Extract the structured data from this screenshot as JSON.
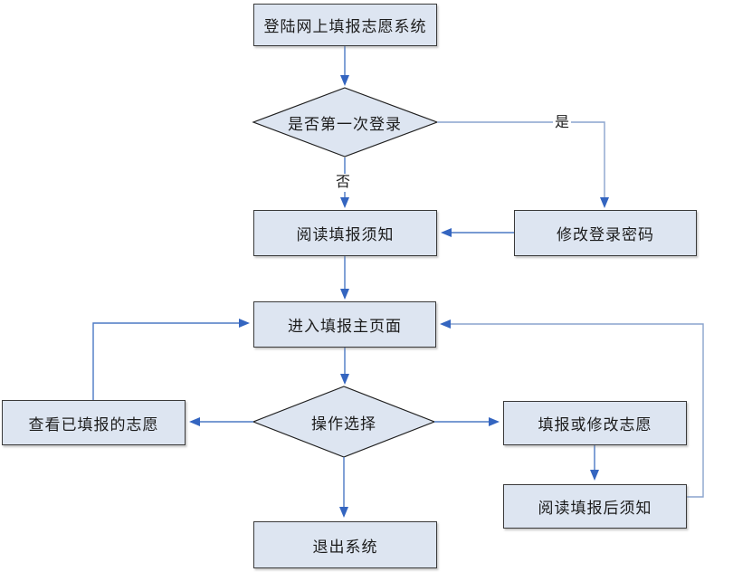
{
  "diagram": {
    "nodes": {
      "login": {
        "label": "登陆网上填报志愿系统",
        "shape": "rect"
      },
      "first_login": {
        "label": "是否第一次登录",
        "shape": "diamond"
      },
      "change_password": {
        "label": "修改登录密码",
        "shape": "rect"
      },
      "read_notice": {
        "label": "阅读填报须知",
        "shape": "rect"
      },
      "main_page": {
        "label": "进入填报主页面",
        "shape": "rect"
      },
      "operation_choice": {
        "label": "操作选择",
        "shape": "diamond"
      },
      "view_submitted": {
        "label": "查看已填报的志愿",
        "shape": "rect"
      },
      "fill_or_modify": {
        "label": "填报或修改志愿",
        "shape": "rect"
      },
      "read_after_notice": {
        "label": "阅读填报后须知",
        "shape": "rect"
      },
      "exit_system": {
        "label": "退出系统",
        "shape": "rect"
      }
    },
    "edge_labels": {
      "yes": "是",
      "no": "否"
    },
    "edges": [
      "login -> first_login",
      "first_login -(是)-> change_password",
      "first_login -(否)-> read_notice",
      "change_password -> read_notice",
      "read_notice -> main_page",
      "main_page -> operation_choice",
      "operation_choice -> view_submitted",
      "view_submitted -> main_page",
      "operation_choice -> fill_or_modify",
      "fill_or_modify -> read_after_notice",
      "read_after_notice -> main_page",
      "operation_choice -> exit_system"
    ],
    "colors": {
      "node_fill": "#dde5f1",
      "node_border": "#3a3a3a",
      "line": "#4b79c4",
      "line_light": "#8aa4cd",
      "arrow": "#3465c0",
      "text": "#1c1c1c"
    }
  }
}
